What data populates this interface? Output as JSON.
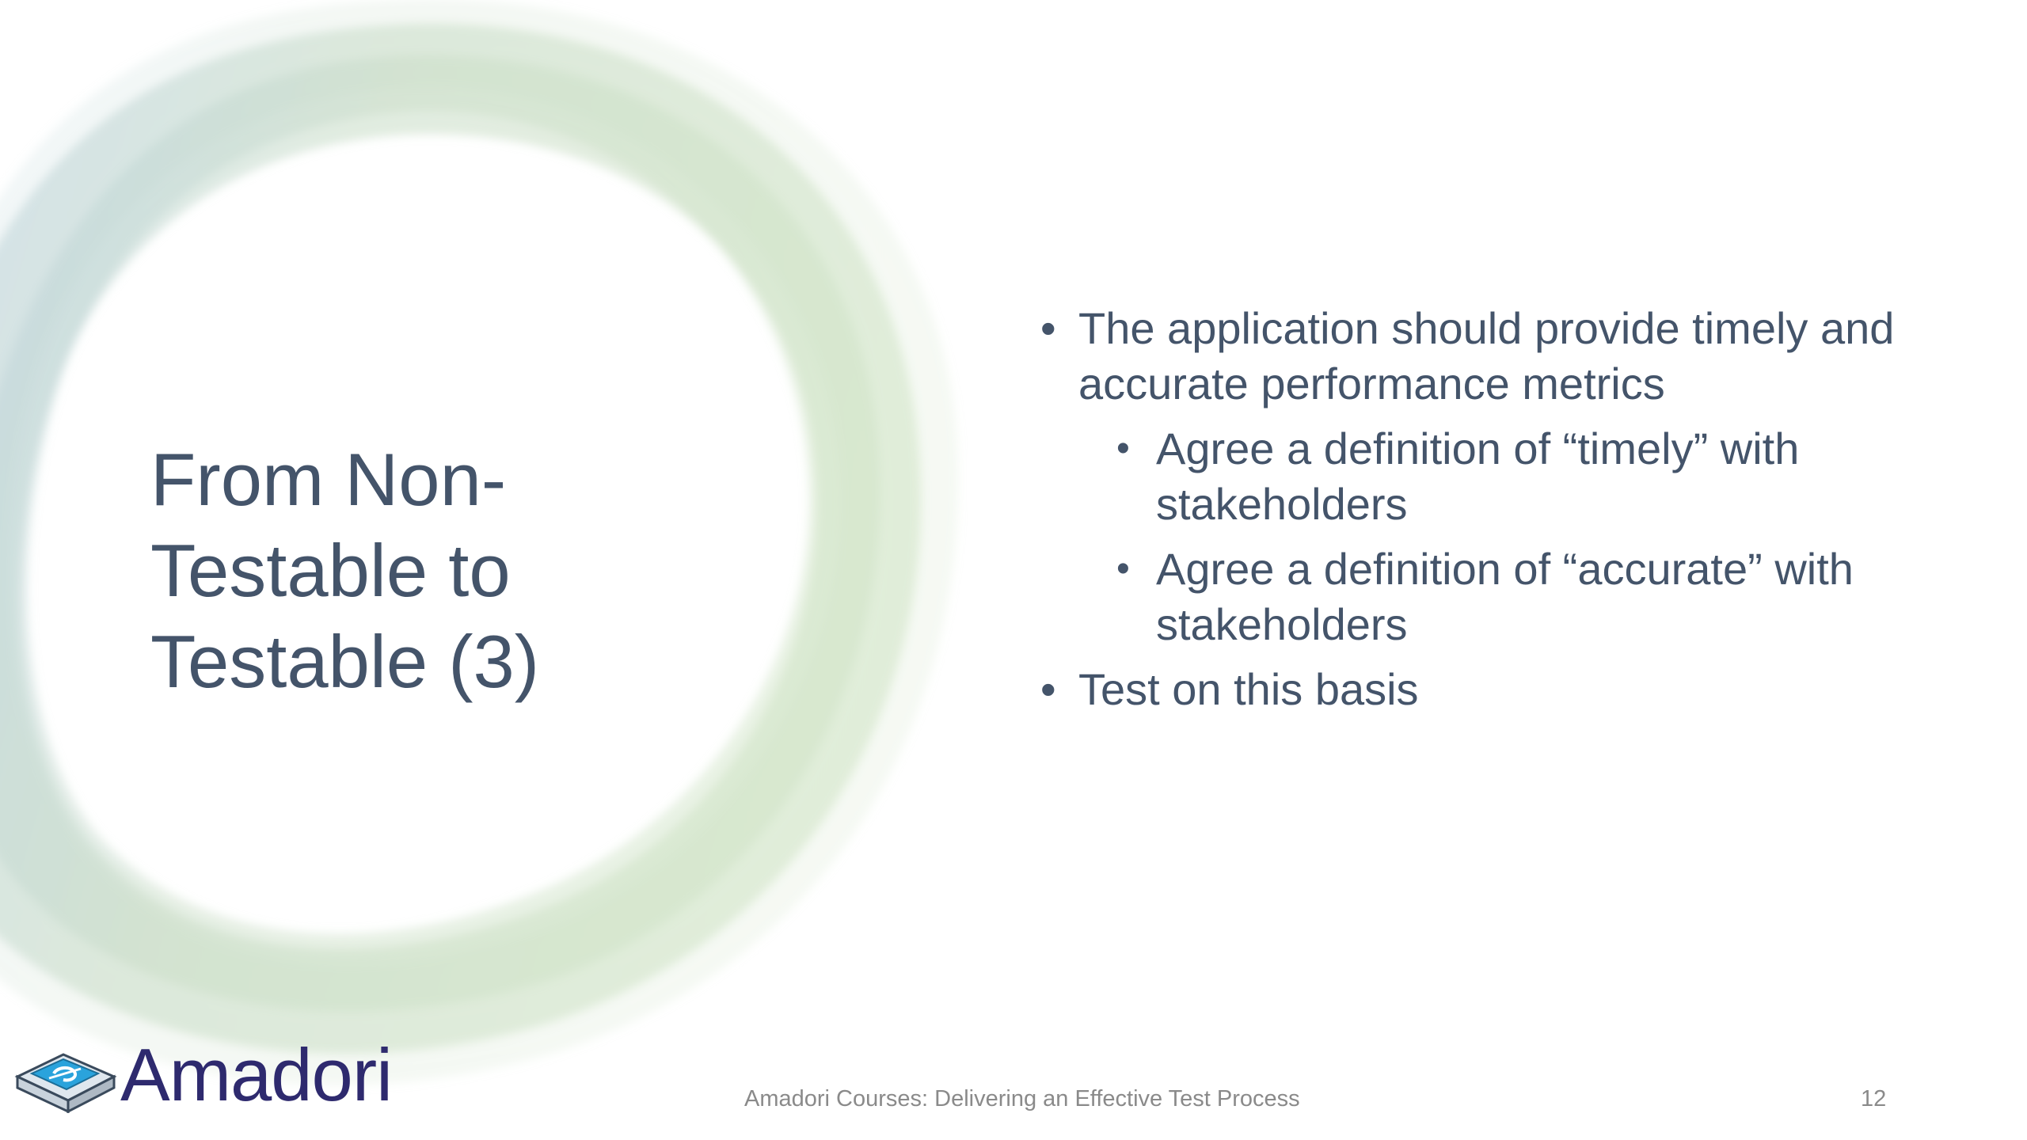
{
  "slide": {
    "title_lines": [
      "From Non-",
      "Testable to",
      "Testable (3)"
    ],
    "bullets": [
      {
        "text": "The application should provide timely and accurate performance metrics",
        "sub": [
          "Agree a definition of “timely” with stakeholders",
          "Agree a definition of “accurate” with stakeholders"
        ]
      },
      {
        "text": "Test on this basis"
      }
    ],
    "footer": "Amadori Courses: Delivering an Effective Test Process",
    "page_number": "12",
    "logo_text": "Amadori",
    "logo_icon": "amadori-box-logo-icon",
    "colors": {
      "text": "#44546a",
      "footer": "#8a8a8a",
      "logo": "#2e2a6e",
      "ring_blue": "#b7cfe0",
      "ring_green": "#cfe3c4"
    }
  }
}
